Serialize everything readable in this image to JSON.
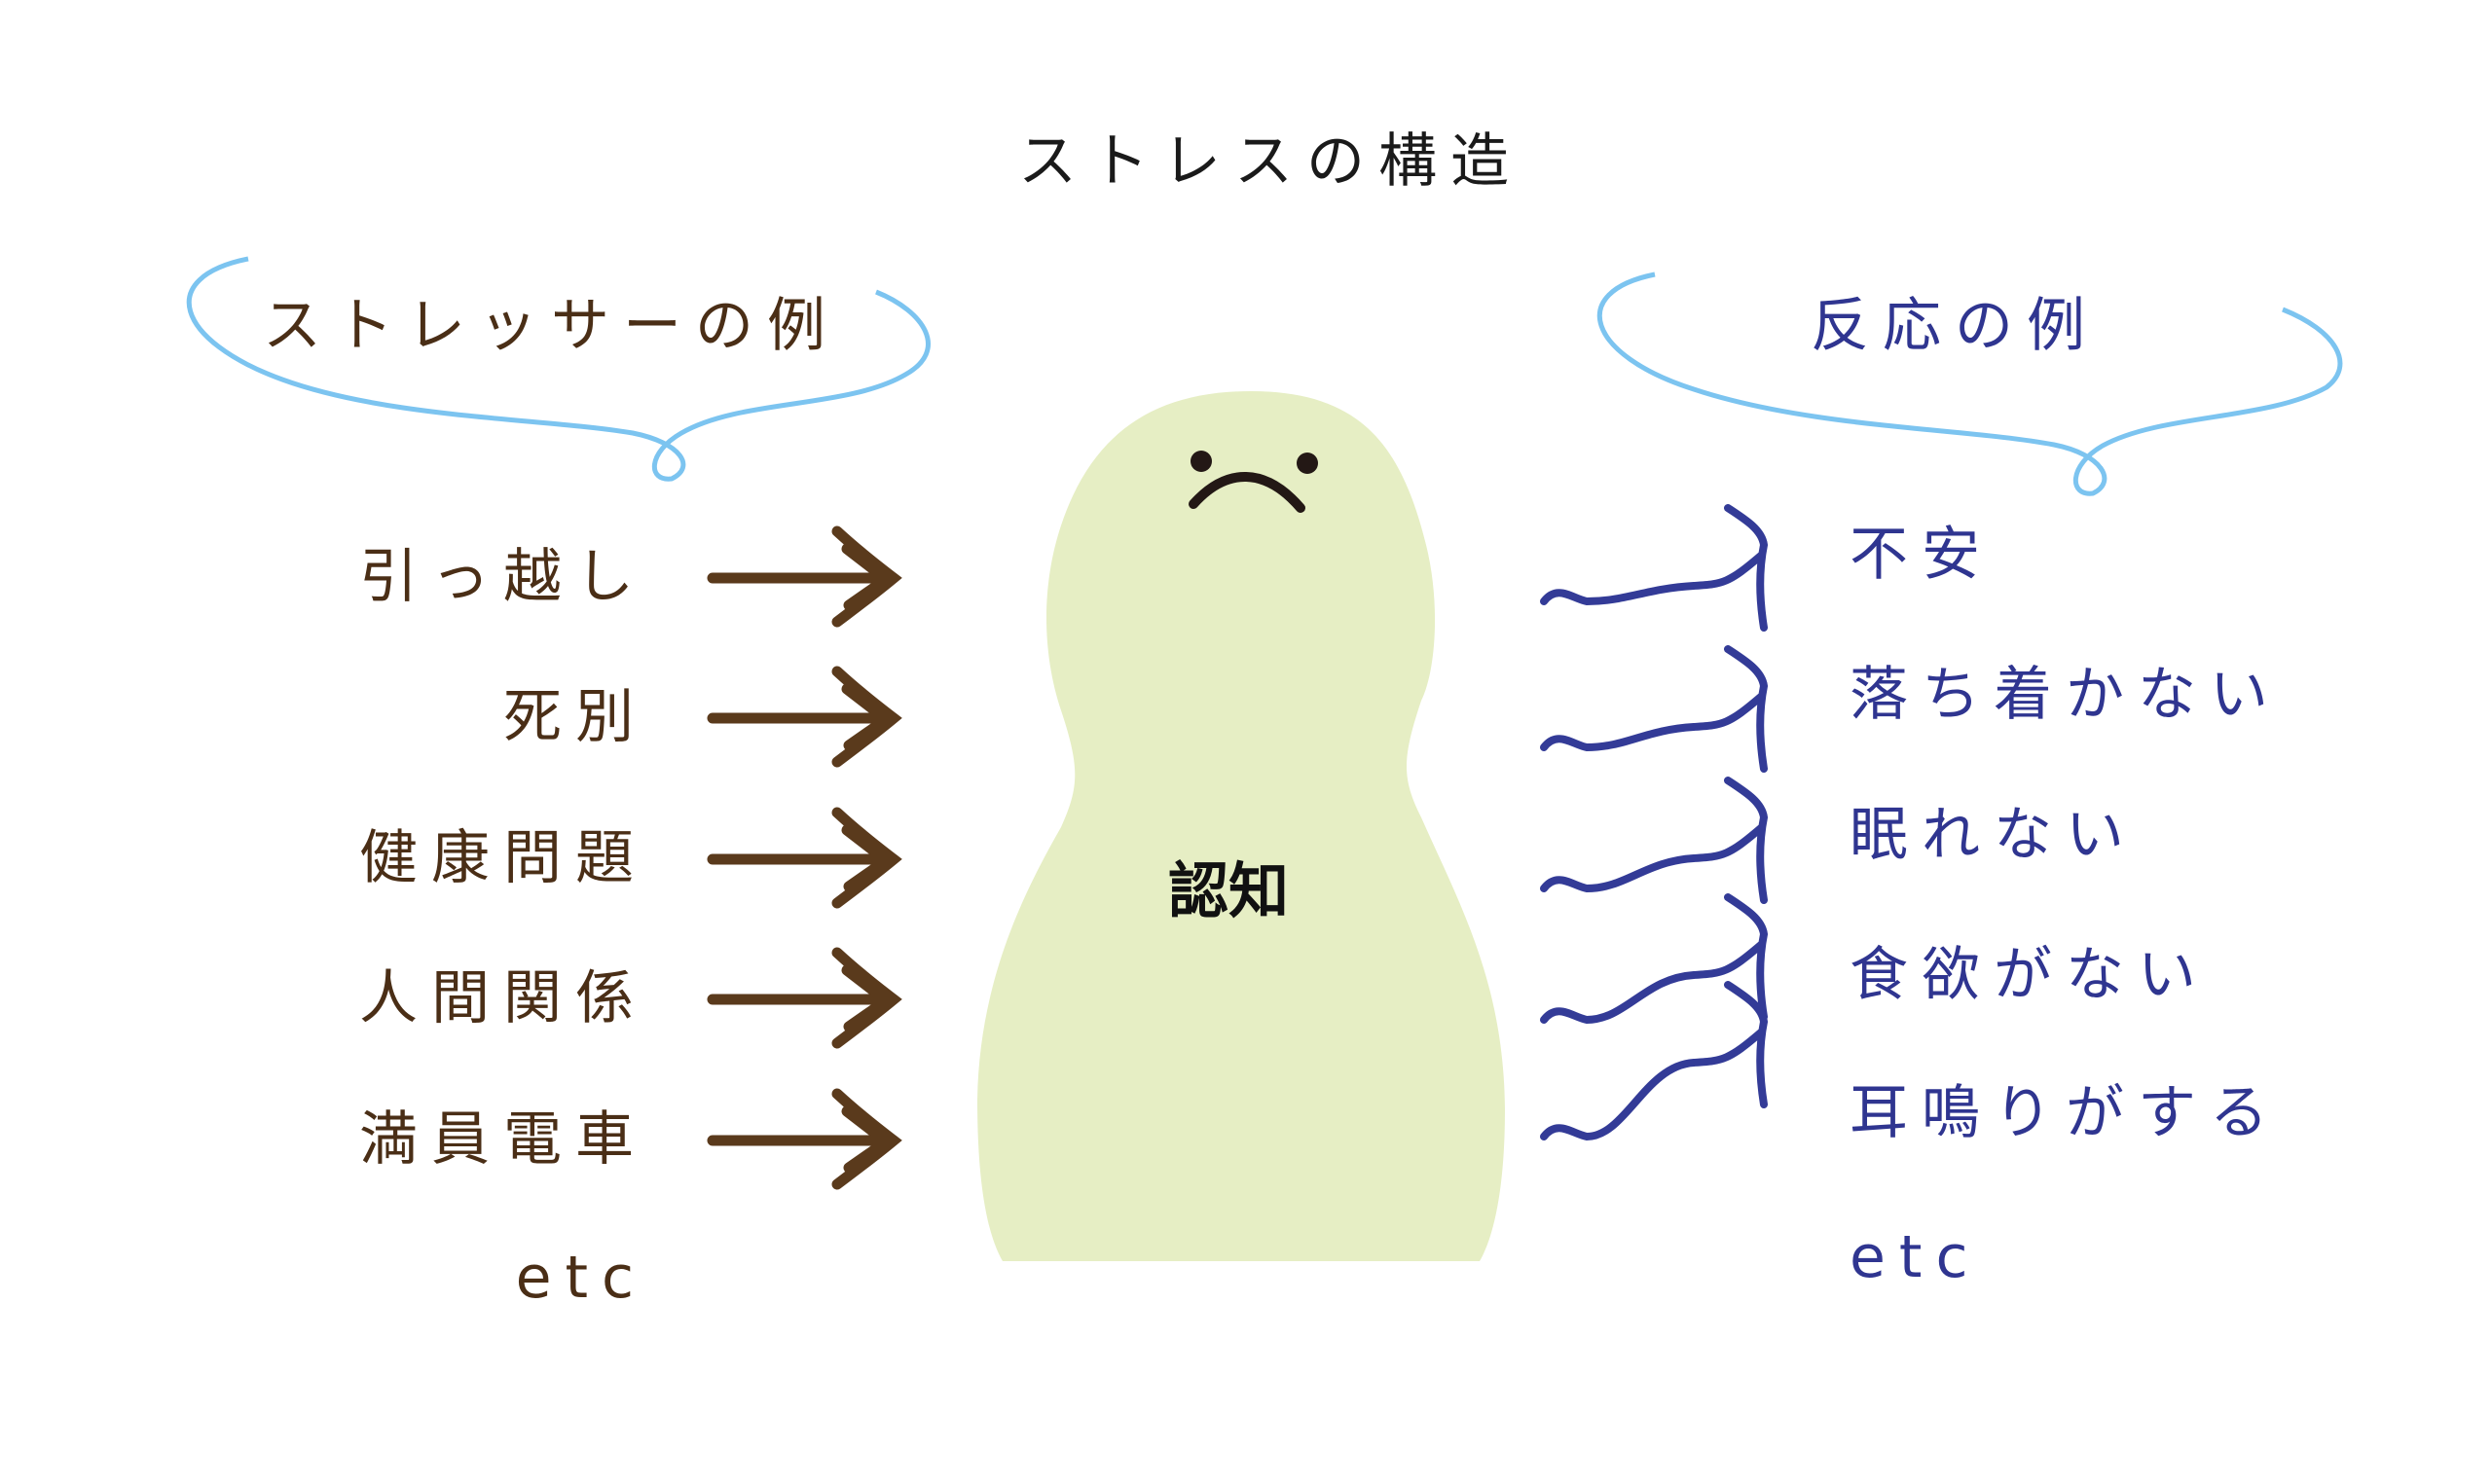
{
  "title": "ストレスの構造",
  "stressors": {
    "heading": "ストレッサーの例",
    "items": [
      "引っ越し",
      "死別",
      "健康問題",
      "人間関係",
      "満員電車",
      "etc"
    ]
  },
  "reactions": {
    "heading": "反応の例",
    "items": [
      "不安",
      "落ち着かない",
      "眠れない",
      "食欲がない",
      "耳鳴りがする",
      "etc"
    ]
  },
  "figure_label": "認知",
  "colors": {
    "stressor": "#5a3a1c",
    "reaction": "#333b97",
    "figure": "#e6eec4",
    "bracket": "#7cc4f0"
  }
}
